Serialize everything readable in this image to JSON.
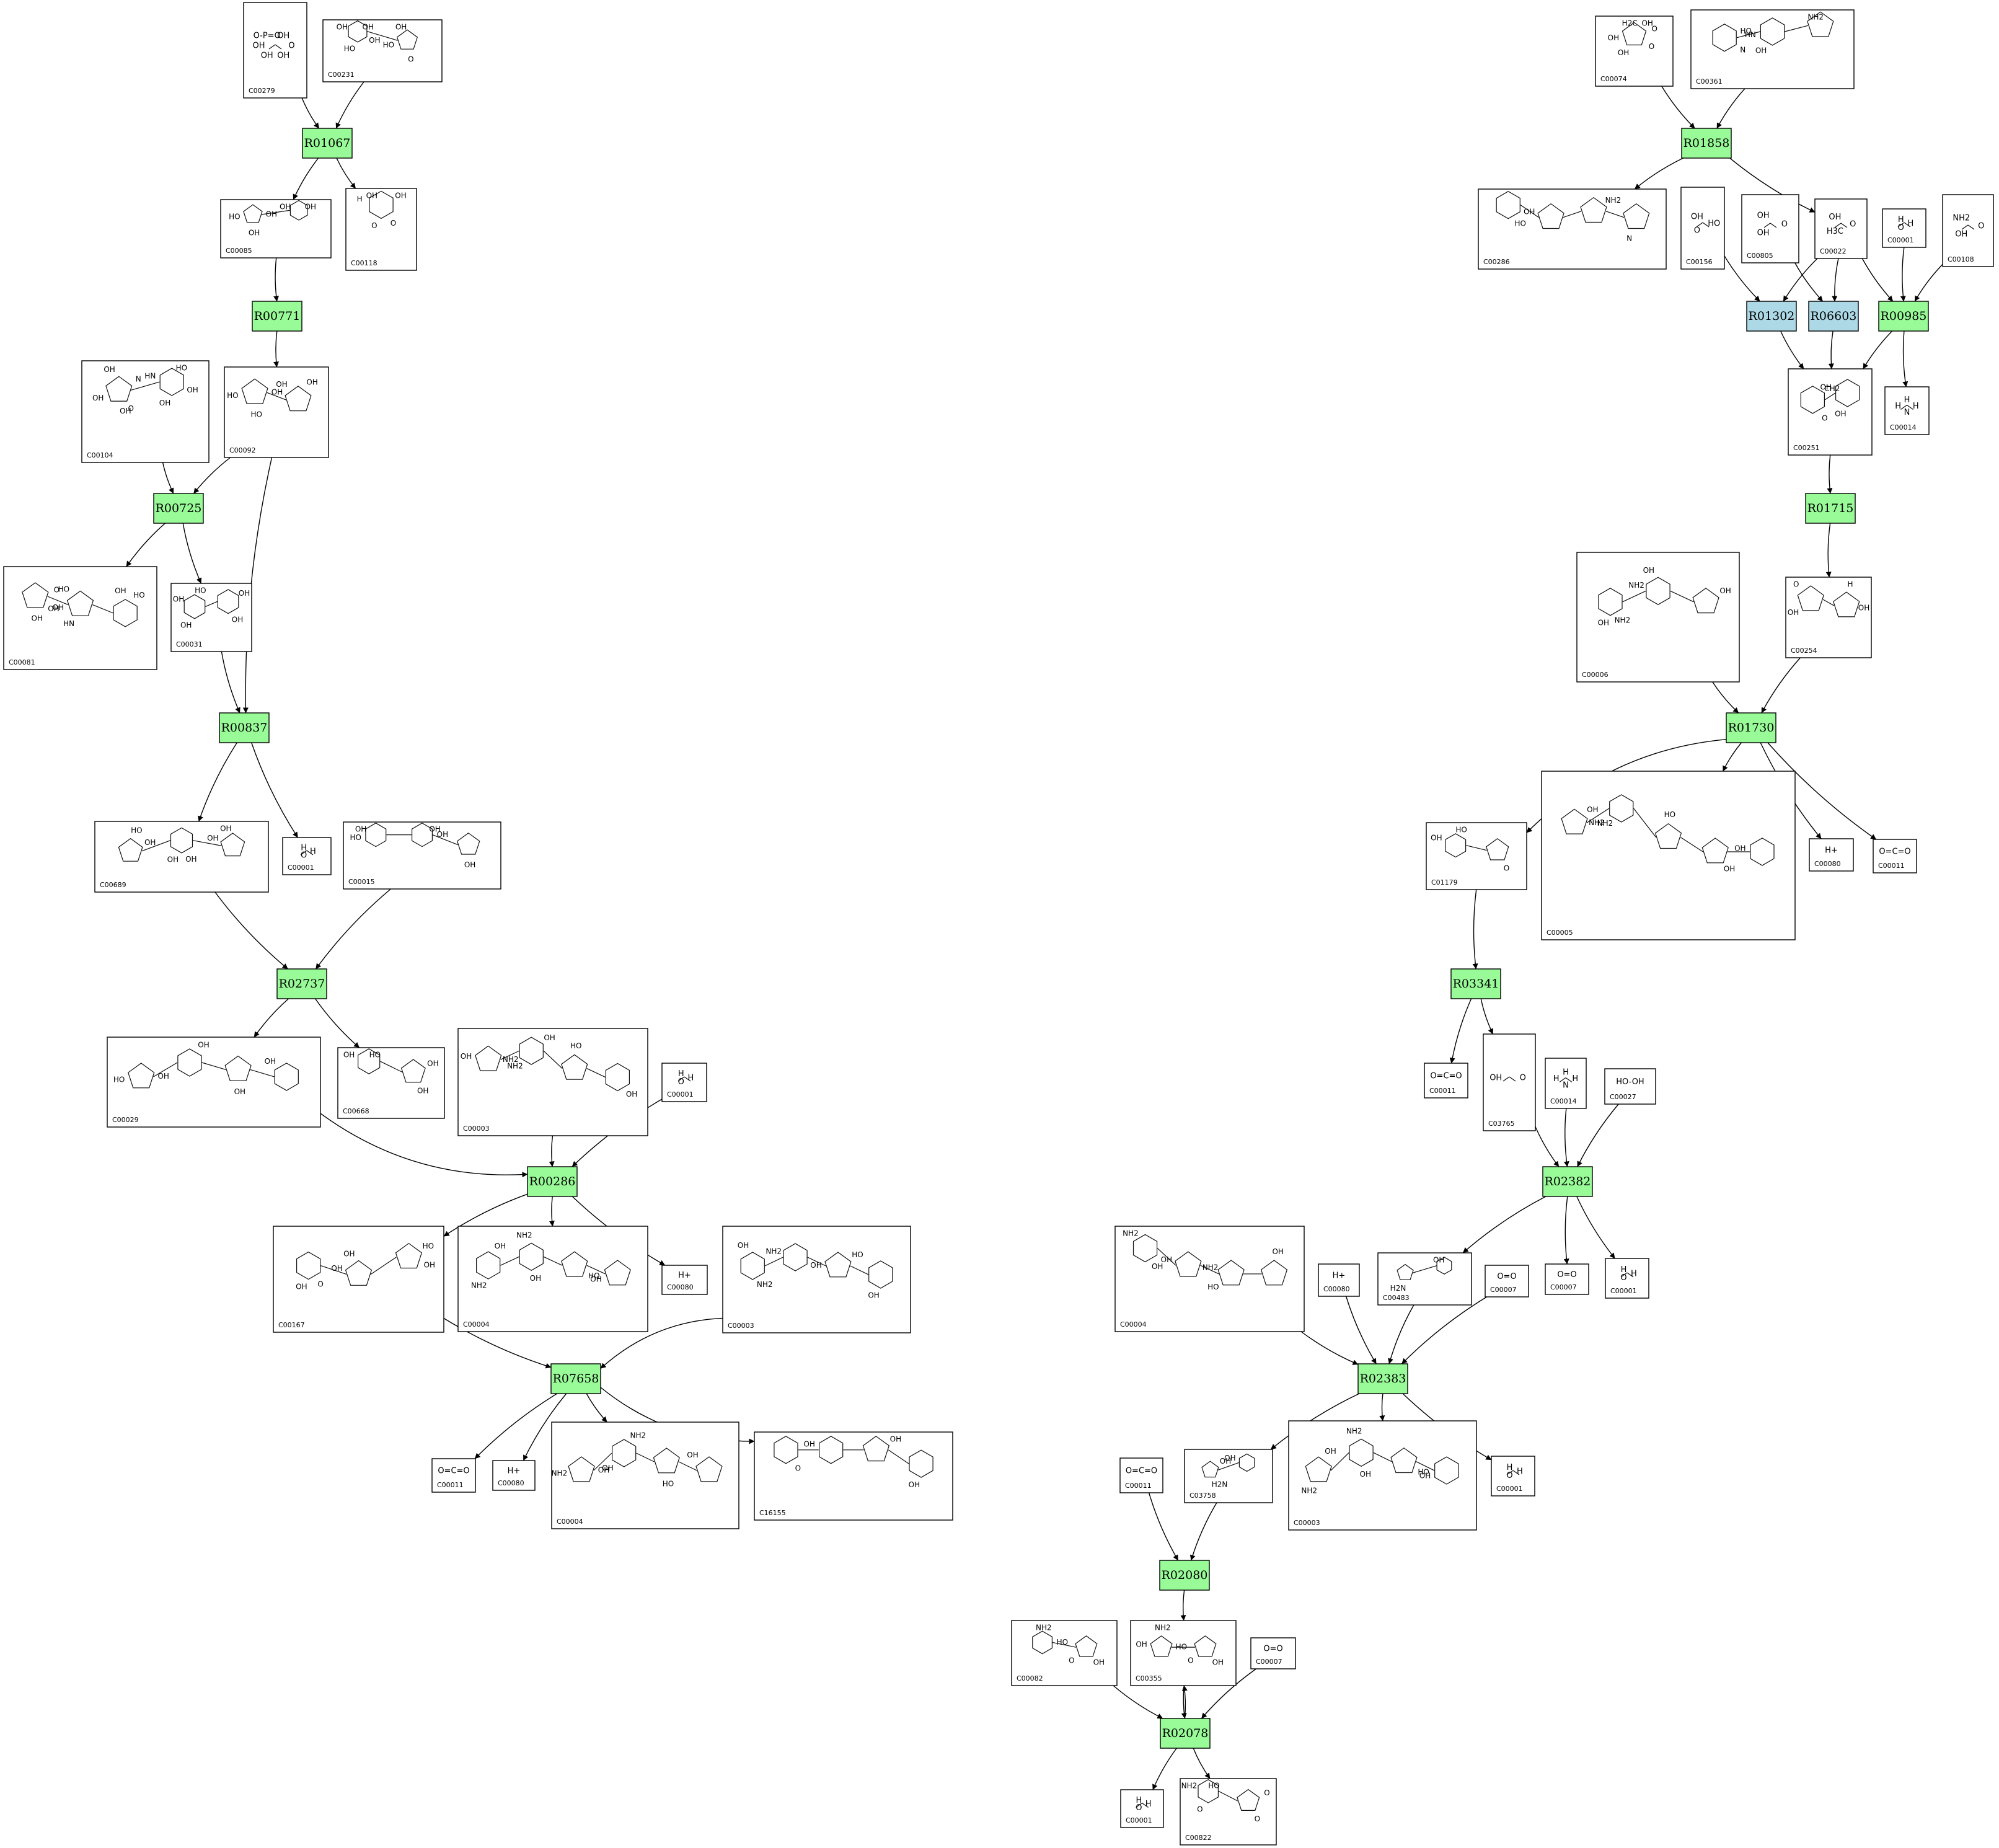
{
  "colors": {
    "reaction_fill": "#98fb98",
    "reaction_alt_fill": "#add8e6",
    "stroke": "#000000",
    "background": "#ffffff"
  },
  "diagram": {
    "reactions": [
      {
        "id": "R01067",
        "color": "green"
      },
      {
        "id": "R00771",
        "color": "green"
      },
      {
        "id": "R00725",
        "color": "green"
      },
      {
        "id": "R00837",
        "color": "green"
      },
      {
        "id": "R02737",
        "color": "green"
      },
      {
        "id": "R00286",
        "color": "green"
      },
      {
        "id": "R07658",
        "color": "green"
      },
      {
        "id": "R01858",
        "color": "green"
      },
      {
        "id": "R01302",
        "color": "blue"
      },
      {
        "id": "R06603",
        "color": "blue"
      },
      {
        "id": "R00985",
        "color": "green"
      },
      {
        "id": "R01715",
        "color": "green"
      },
      {
        "id": "R01730",
        "color": "green"
      },
      {
        "id": "R03341",
        "color": "green"
      },
      {
        "id": "R02382",
        "color": "green"
      },
      {
        "id": "R02383",
        "color": "green"
      },
      {
        "id": "R02080",
        "color": "green"
      },
      {
        "id": "R02078",
        "color": "green"
      }
    ],
    "compounds": [
      {
        "key": "c00279",
        "label": "C00279",
        "atoms": [
          "O",
          "OH",
          "OH",
          "OH",
          "O-P=O",
          "OH"
        ]
      },
      {
        "key": "c00231",
        "label": "C00231",
        "atoms": [
          "HO",
          "OH",
          "OH",
          "HO",
          "OH",
          "O",
          "OH"
        ]
      },
      {
        "key": "c00085",
        "label": "C00085",
        "atoms": [
          "HO",
          "OH",
          "OH",
          "OH",
          "OH"
        ]
      },
      {
        "key": "c00118",
        "label": "C00118",
        "atoms": [
          "O",
          "H",
          "OH",
          "O",
          "OH"
        ]
      },
      {
        "key": "c00104",
        "label": "C00104",
        "atoms": [
          "O",
          "HN",
          "N",
          "OH",
          "OH",
          "OH",
          "OH",
          "HO",
          "OH"
        ]
      },
      {
        "key": "c00092",
        "label": "C00092",
        "atoms": [
          "HO",
          "OH",
          "HO",
          "OH",
          "OH"
        ]
      },
      {
        "key": "c00081",
        "label": "C00081",
        "atoms": [
          "O",
          "HN",
          "OH",
          "OH",
          "OH",
          "HO",
          "OH",
          "HO"
        ]
      },
      {
        "key": "c00031",
        "label": "C00031",
        "atoms": [
          "HO",
          "OH",
          "OH",
          "OH",
          "OH"
        ]
      },
      {
        "key": "c00689",
        "label": "C00689",
        "atoms": [
          "HO",
          "OH",
          "OH",
          "OH",
          "OH",
          "OH"
        ]
      },
      {
        "key": "c00001_a",
        "label": "C00001",
        "atoms": [
          "H",
          "O",
          "H"
        ]
      },
      {
        "key": "c00015",
        "label": "C00015",
        "atoms": [
          "HO",
          "OH",
          "OH",
          "OH",
          "OH"
        ]
      },
      {
        "key": "c00029",
        "label": "C00029",
        "atoms": [
          "HO",
          "OH",
          "OH",
          "OH",
          "OH"
        ]
      },
      {
        "key": "c00668",
        "label": "C00668",
        "atoms": [
          "HO",
          "OH",
          "OH",
          "OH"
        ]
      },
      {
        "key": "c00003_a",
        "label": "C00003",
        "atoms": [
          "NH2",
          "NH2",
          "HO",
          "OH",
          "OH",
          "OH"
        ]
      },
      {
        "key": "c00001_b",
        "label": "C00001",
        "atoms": [
          "H",
          "O",
          "H"
        ]
      },
      {
        "key": "c00167",
        "label": "C00167",
        "atoms": [
          "O",
          "OH",
          "HO",
          "OH",
          "OH",
          "OH"
        ]
      },
      {
        "key": "c00004_a",
        "label": "C00004",
        "atoms": [
          "NH2",
          "NH2",
          "HO",
          "OH",
          "OH",
          "OH"
        ]
      },
      {
        "key": "c00080_a",
        "label": "C00080",
        "atoms": [
          "H+"
        ]
      },
      {
        "key": "c00003_b",
        "label": "C00003",
        "atoms": [
          "NH2",
          "NH2",
          "HO",
          "OH",
          "OH",
          "OH"
        ]
      },
      {
        "key": "c00011_a",
        "label": "C00011",
        "atoms": [
          "O=C=O"
        ]
      },
      {
        "key": "c00080_b",
        "label": "C00080",
        "atoms": [
          "H+"
        ]
      },
      {
        "key": "c00004_b",
        "label": "C00004",
        "atoms": [
          "NH2",
          "NH2",
          "HO",
          "OH",
          "OH",
          "OH"
        ]
      },
      {
        "key": "c16155",
        "label": "C16155",
        "atoms": [
          "O",
          "OH",
          "OH",
          "OH"
        ]
      },
      {
        "key": "c00074",
        "label": "C00074",
        "atoms": [
          "O",
          "OH",
          "H2C",
          "O",
          "OH",
          "OH"
        ]
      },
      {
        "key": "c00361",
        "label": "C00361",
        "atoms": [
          "HO",
          "OH",
          "NH2",
          "N",
          "HN"
        ]
      },
      {
        "key": "c00286",
        "label": "C00286",
        "atoms": [
          "HO",
          "OH",
          "NH2",
          "N"
        ]
      },
      {
        "key": "c00156",
        "label": "C00156",
        "atoms": [
          "HO",
          "O",
          "OH"
        ]
      },
      {
        "key": "c00805",
        "label": "C00805",
        "atoms": [
          "O",
          "OH",
          "OH"
        ]
      },
      {
        "key": "c00022",
        "label": "C00022",
        "atoms": [
          "O",
          "H3C",
          "OH"
        ]
      },
      {
        "key": "c00001_c",
        "label": "C00001",
        "atoms": [
          "H",
          "O",
          "H"
        ]
      },
      {
        "key": "c00108",
        "label": "C00108",
        "atoms": [
          "O",
          "OH",
          "NH2"
        ]
      },
      {
        "key": "c00251",
        "label": "C00251",
        "atoms": [
          "O",
          "OH",
          "CH2",
          "OH"
        ]
      },
      {
        "key": "c00014_a",
        "label": "C00014",
        "atoms": [
          "H",
          "N",
          "H",
          "H"
        ]
      },
      {
        "key": "c00006",
        "label": "C00006",
        "atoms": [
          "NH2",
          "NH2",
          "OH",
          "OH",
          "OH"
        ]
      },
      {
        "key": "c00254",
        "label": "C00254",
        "atoms": [
          "O",
          "OH",
          "OH",
          "H"
        ]
      },
      {
        "key": "c01179",
        "label": "C01179",
        "atoms": [
          "HO",
          "O",
          "OH"
        ]
      },
      {
        "key": "c00005",
        "label": "C00005",
        "atoms": [
          "NH2",
          "NH2",
          "HO",
          "OH",
          "OH",
          "OH"
        ]
      },
      {
        "key": "c00080_c",
        "label": "C00080",
        "atoms": [
          "H+"
        ]
      },
      {
        "key": "c00011_b",
        "label": "C00011",
        "atoms": [
          "O=C=O"
        ]
      },
      {
        "key": "c00011_c",
        "label": "C00011",
        "atoms": [
          "O=C=O"
        ]
      },
      {
        "key": "c03765",
        "label": "C03765",
        "atoms": [
          "O",
          "OH"
        ]
      },
      {
        "key": "c00014_b",
        "label": "C00014",
        "atoms": [
          "H",
          "N",
          "H",
          "H"
        ]
      },
      {
        "key": "c00027",
        "label": "C00027",
        "atoms": [
          "HO-OH"
        ]
      },
      {
        "key": "c00004_c",
        "label": "C00004",
        "atoms": [
          "NH2",
          "NH2",
          "HO",
          "OH",
          "OH",
          "OH"
        ]
      },
      {
        "key": "c00080_d",
        "label": "C00080",
        "atoms": [
          "H+"
        ]
      },
      {
        "key": "c00483",
        "label": "C00483",
        "atoms": [
          "H2N",
          "OH"
        ]
      },
      {
        "key": "c00007_a",
        "label": "C00007",
        "atoms": [
          "O=O"
        ]
      },
      {
        "key": "c00007_b",
        "label": "C00007",
        "atoms": [
          "O=O"
        ]
      },
      {
        "key": "c00001_d",
        "label": "C00001",
        "atoms": [
          "H",
          "O",
          "H"
        ]
      },
      {
        "key": "c00011_d",
        "label": "C00011",
        "atoms": [
          "O=C=O"
        ]
      },
      {
        "key": "c03758",
        "label": "C03758",
        "atoms": [
          "H2N",
          "OH",
          "OH"
        ]
      },
      {
        "key": "c00003_c",
        "label": "C00003",
        "atoms": [
          "NH2",
          "NH2",
          "HO",
          "OH",
          "OH",
          "OH"
        ]
      },
      {
        "key": "c00001_e",
        "label": "C00001",
        "atoms": [
          "H",
          "O",
          "H"
        ]
      },
      {
        "key": "c00082",
        "label": "C00082",
        "atoms": [
          "HO",
          "O",
          "NH2",
          "OH"
        ]
      },
      {
        "key": "c00355",
        "label": "C00355",
        "atoms": [
          "HO",
          "O",
          "NH2",
          "OH",
          "OH"
        ]
      },
      {
        "key": "c00007_c",
        "label": "C00007",
        "atoms": [
          "O=O"
        ]
      },
      {
        "key": "c00001_f",
        "label": "C00001",
        "atoms": [
          "H",
          "O",
          "H"
        ]
      },
      {
        "key": "c00822",
        "label": "C00822",
        "atoms": [
          "HO",
          "O",
          "NH2",
          "O",
          "O"
        ]
      }
    ],
    "edges": [
      [
        "c00279",
        "R01067"
      ],
      [
        "c00231",
        "R01067"
      ],
      [
        "R01067",
        "c00085"
      ],
      [
        "R01067",
        "c00118"
      ],
      [
        "c00085",
        "R00771"
      ],
      [
        "R00771",
        "c00092"
      ],
      [
        "c00104",
        "R00725"
      ],
      [
        "c00092",
        "R00725"
      ],
      [
        "R00725",
        "c00081"
      ],
      [
        "R00725",
        "c00031"
      ],
      [
        "c00031",
        "R00837"
      ],
      [
        "c00092",
        "R00837"
      ],
      [
        "R00837",
        "c00689"
      ],
      [
        "R00837",
        "c00001_a"
      ],
      [
        "c00689",
        "R02737"
      ],
      [
        "c00015",
        "R02737"
      ],
      [
        "R02737",
        "c00029"
      ],
      [
        "R02737",
        "c00668"
      ],
      [
        "c00029",
        "R00286"
      ],
      [
        "c00003_a",
        "R00286"
      ],
      [
        "c00001_b",
        "R00286"
      ],
      [
        "R00286",
        "c00167"
      ],
      [
        "R00286",
        "c00004_a"
      ],
      [
        "R00286",
        "c00080_a"
      ],
      [
        "c00167",
        "R07658"
      ],
      [
        "c00003_b",
        "R07658"
      ],
      [
        "R07658",
        "c00011_a"
      ],
      [
        "R07658",
        "c00080_b"
      ],
      [
        "R07658",
        "c00004_b"
      ],
      [
        "R07658",
        "c16155"
      ],
      [
        "c00074",
        "R01858"
      ],
      [
        "c00361",
        "R01858"
      ],
      [
        "R01858",
        "c00286"
      ],
      [
        "R01858",
        "c00022"
      ],
      [
        "c00156",
        "R01302"
      ],
      [
        "c00022",
        "R01302"
      ],
      [
        "c00805",
        "R06603"
      ],
      [
        "c00022",
        "R06603"
      ],
      [
        "c00022",
        "R00985"
      ],
      [
        "c00001_c",
        "R00985"
      ],
      [
        "c00108",
        "R00985"
      ],
      [
        "R01302",
        "c00251"
      ],
      [
        "R06603",
        "c00251"
      ],
      [
        "R00985",
        "c00251"
      ],
      [
        "R00985",
        "c00014_a"
      ],
      [
        "c00251",
        "R01715"
      ],
      [
        "R01715",
        "c00254"
      ],
      [
        "c00006",
        "R01730"
      ],
      [
        "c00254",
        "R01730"
      ],
      [
        "R01730",
        "c01179"
      ],
      [
        "R01730",
        "c00005"
      ],
      [
        "R01730",
        "c00080_c"
      ],
      [
        "R01730",
        "c00011_b"
      ],
      [
        "c01179",
        "R03341"
      ],
      [
        "R03341",
        "c00011_c"
      ],
      [
        "R03341",
        "c03765"
      ],
      [
        "c03765",
        "R02382"
      ],
      [
        "c00014_b",
        "R02382"
      ],
      [
        "c00027",
        "R02382"
      ],
      [
        "R02382",
        "c00483"
      ],
      [
        "R02382",
        "c00007_b"
      ],
      [
        "R02382",
        "c00001_d"
      ],
      [
        "c00004_c",
        "R02383"
      ],
      [
        "c00080_d",
        "R02383"
      ],
      [
        "c00483",
        "R02383"
      ],
      [
        "c00007_a",
        "R02383"
      ],
      [
        "R02383",
        "c03758"
      ],
      [
        "R02383",
        "c00003_c"
      ],
      [
        "R02383",
        "c00001_e"
      ],
      [
        "c00011_d",
        "R02080"
      ],
      [
        "c03758",
        "R02080"
      ],
      [
        "R02080",
        "c00355"
      ],
      [
        "c00082",
        "R02078"
      ],
      [
        "c00355",
        "R02078"
      ],
      [
        "c00007_c",
        "R02078"
      ],
      [
        "R02078",
        "c00355"
      ],
      [
        "R02078",
        "c00001_f"
      ],
      [
        "R02078",
        "c00822"
      ]
    ]
  }
}
